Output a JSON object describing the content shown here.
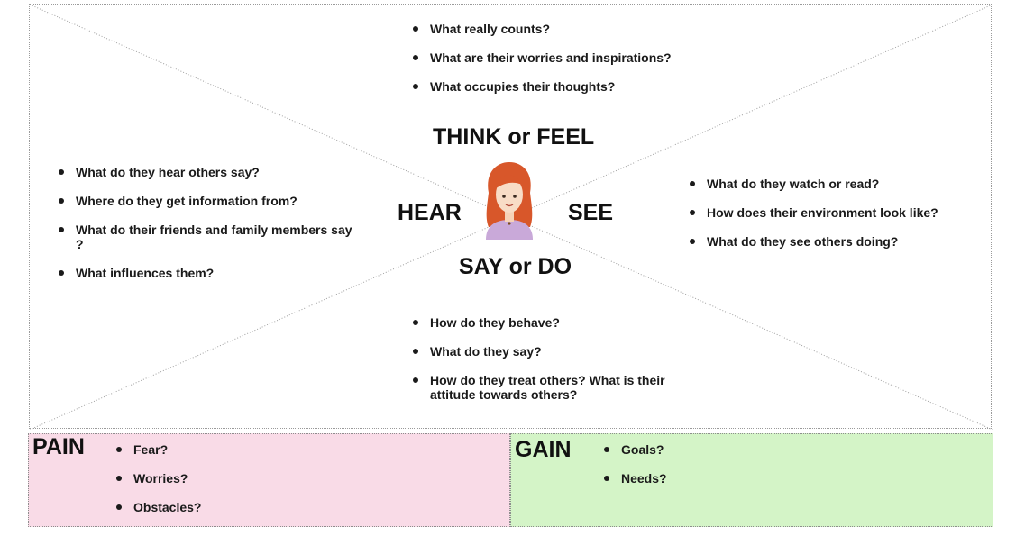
{
  "think_feel": {
    "title": "THINK or FEEL",
    "items": [
      "What really counts?",
      "What are their worries and inspirations?",
      "What occupies their thoughts?"
    ]
  },
  "hear": {
    "title": "HEAR",
    "items": [
      "What do they hear others say?",
      "Where do they get information from?",
      "What do their friends and family members say ?",
      "What influences them?"
    ]
  },
  "see": {
    "title": "SEE",
    "items": [
      "What do they watch or read?",
      "How does their environment look like?",
      "What do they see others doing?"
    ]
  },
  "say_do": {
    "title": "SAY or DO",
    "items": [
      "How do they behave?",
      "What do they say?",
      "How do they treat others? What is their attitude towards others?"
    ]
  },
  "pain": {
    "title": "PAIN",
    "items": [
      "Fear?",
      "Worries?",
      "Obstacles?"
    ]
  },
  "gain": {
    "title": "GAIN",
    "items": [
      "Goals?",
      "Needs?"
    ]
  },
  "colors": {
    "pain_bg": "#f9dbe7",
    "gain_bg": "#d4f4c7",
    "hair": "#d8572a",
    "shirt": "#c9a9d9"
  },
  "avatar_icon": "persona-woman-icon"
}
